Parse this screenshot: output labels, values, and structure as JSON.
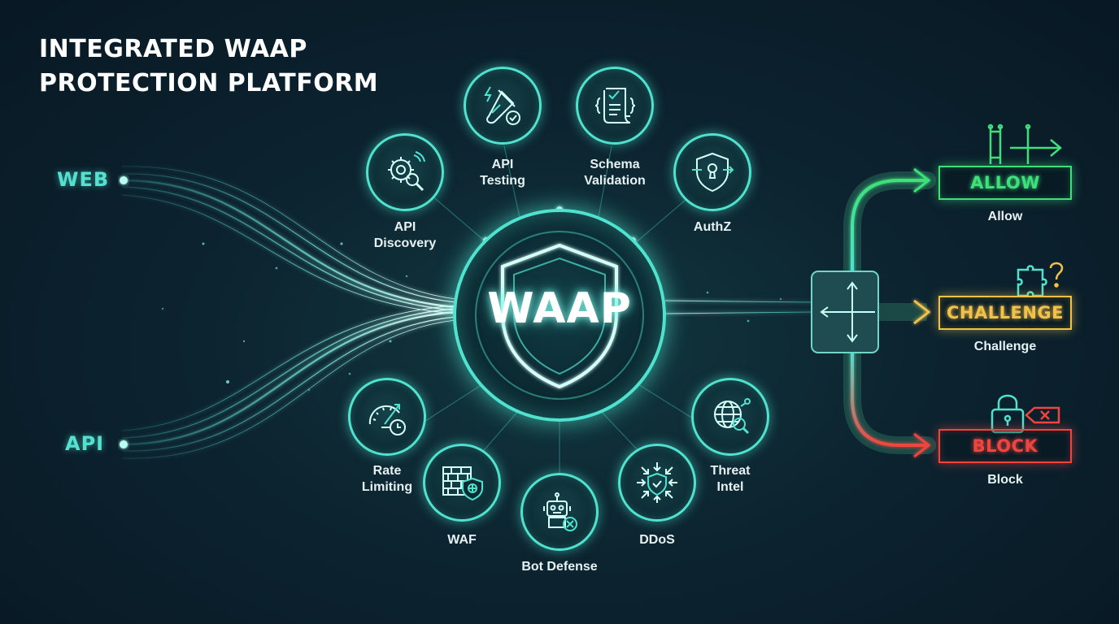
{
  "title": {
    "line1": "INTEGRATED WAAP",
    "line2": "PROTECTION PLATFORM"
  },
  "sources": {
    "web": "WEB",
    "api": "API"
  },
  "core": {
    "label": "WAAP"
  },
  "capabilities": [
    {
      "id": "api-discovery",
      "label": "API\nDiscovery",
      "icon": "gear-search-icon"
    },
    {
      "id": "api-testing",
      "label": "API\nTesting",
      "icon": "test-tube-icon"
    },
    {
      "id": "schema-validation",
      "label": "Schema\nValidation",
      "icon": "document-check-icon"
    },
    {
      "id": "authz",
      "label": "AuthZ",
      "icon": "shield-keyhole-icon"
    },
    {
      "id": "threat-intel",
      "label": "Threat\nIntel",
      "icon": "globe-search-icon"
    },
    {
      "id": "ddos",
      "label": "DDoS",
      "icon": "shield-arrows-icon"
    },
    {
      "id": "bot-defense",
      "label": "Bot Defense",
      "icon": "robot-icon"
    },
    {
      "id": "waf",
      "label": "WAF",
      "icon": "firewall-icon"
    },
    {
      "id": "rate-limiting",
      "label": "Rate\nLimiting",
      "icon": "gauge-clock-icon"
    }
  ],
  "outcomes": [
    {
      "id": "allow",
      "box": "ALLOW",
      "label": "Allow",
      "color": "#3ee07a",
      "icon": "gate-arrow-icon"
    },
    {
      "id": "challenge",
      "box": "CHALLENGE",
      "label": "Challenge",
      "color": "#f2c14a",
      "icon": "puzzle-question-icon"
    },
    {
      "id": "block",
      "box": "BLOCK",
      "label": "Block",
      "color": "#f0453f",
      "icon": "lock-x-icon"
    }
  ],
  "colors": {
    "accent": "#4fe3cf",
    "background": "#0c2430"
  }
}
